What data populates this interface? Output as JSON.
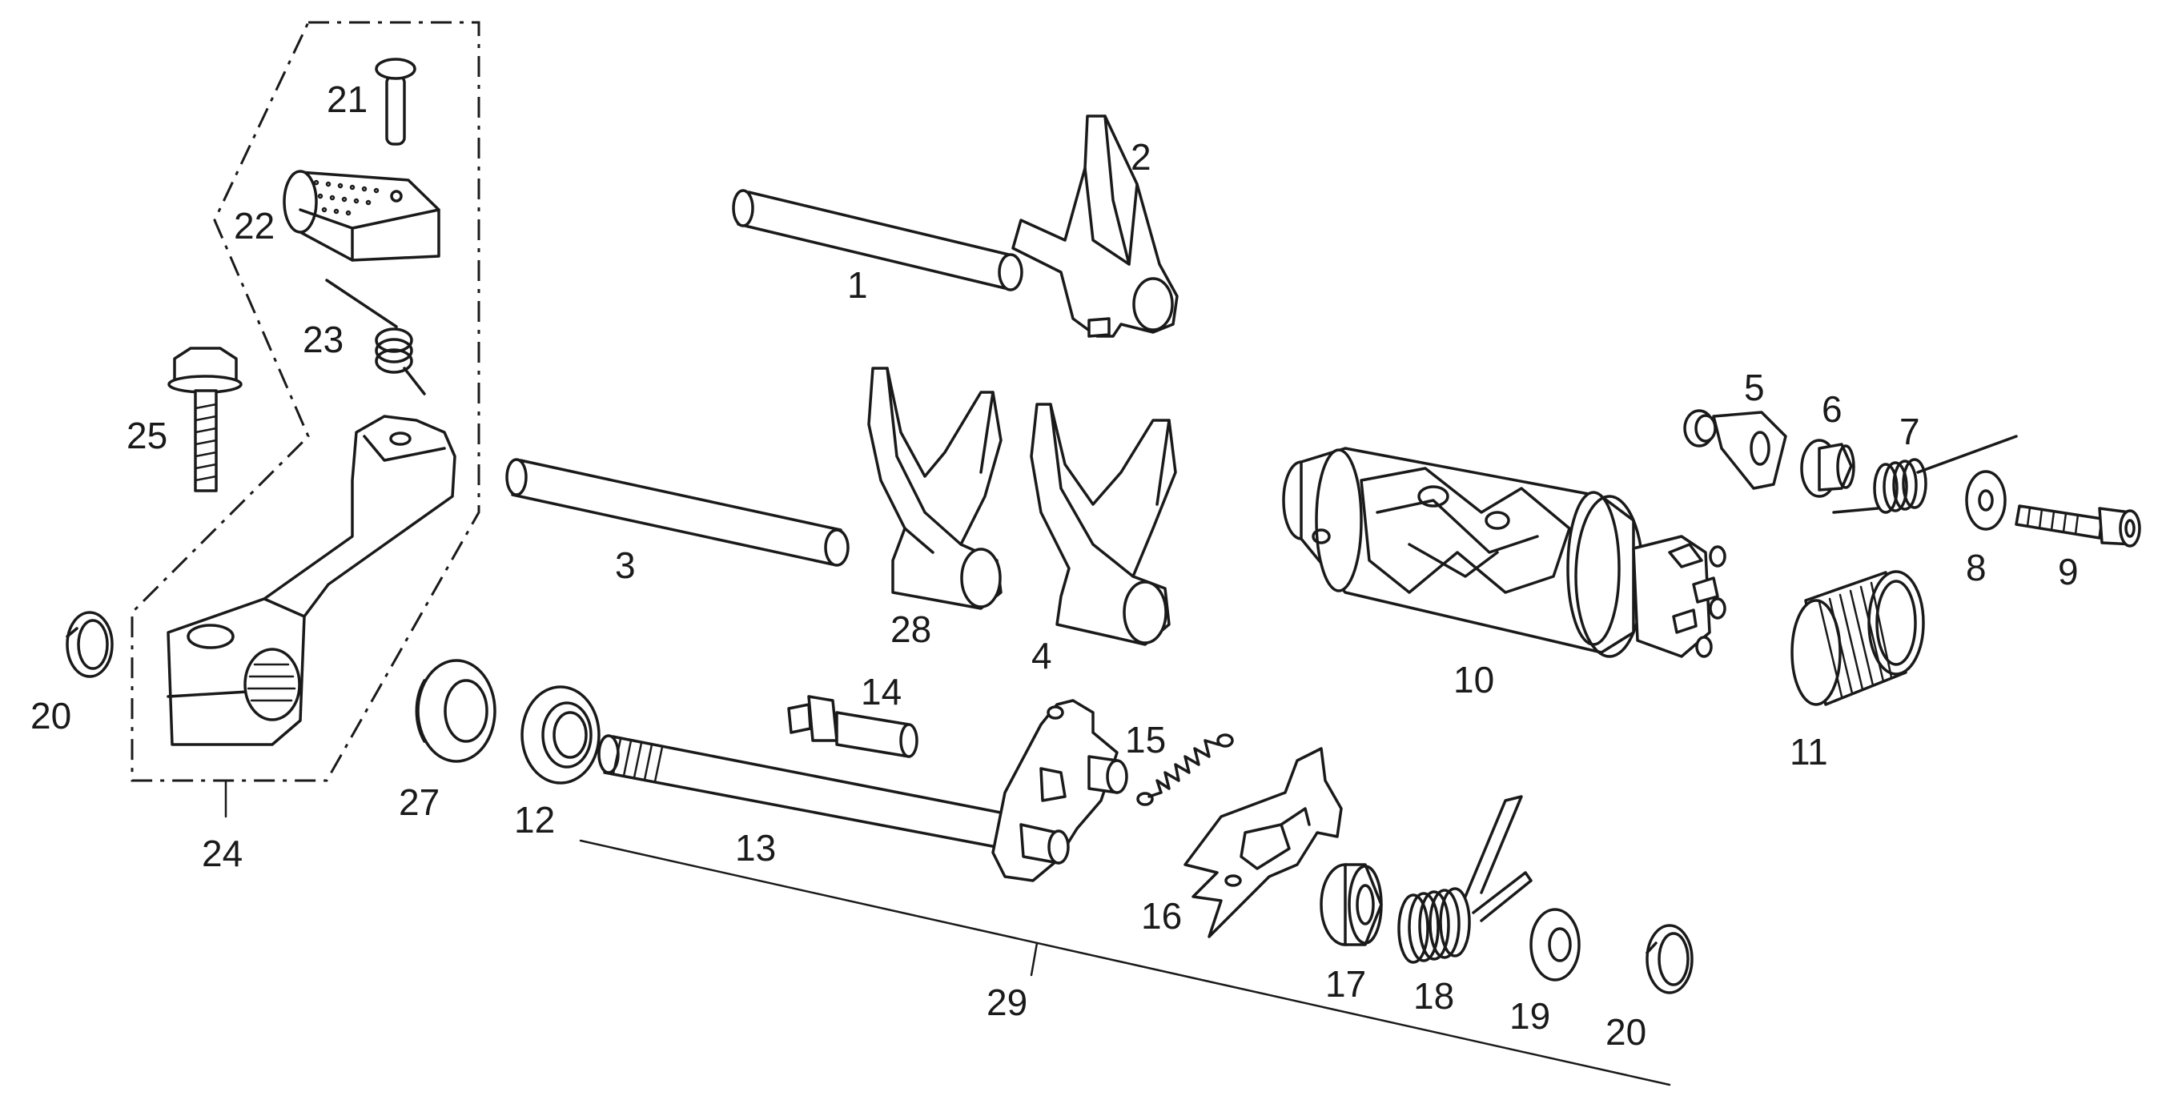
{
  "labels": [
    {
      "id": "1",
      "text": "1"
    },
    {
      "id": "2",
      "text": "2"
    },
    {
      "id": "3",
      "text": "3"
    },
    {
      "id": "4",
      "text": "4"
    },
    {
      "id": "5",
      "text": "5"
    },
    {
      "id": "6",
      "text": "6"
    },
    {
      "id": "7",
      "text": "7"
    },
    {
      "id": "8",
      "text": "8"
    },
    {
      "id": "9",
      "text": "9"
    },
    {
      "id": "10",
      "text": "10"
    },
    {
      "id": "11",
      "text": "11"
    },
    {
      "id": "12",
      "text": "12"
    },
    {
      "id": "13",
      "text": "13"
    },
    {
      "id": "14",
      "text": "14"
    },
    {
      "id": "15",
      "text": "15"
    },
    {
      "id": "16",
      "text": "16"
    },
    {
      "id": "17",
      "text": "17"
    },
    {
      "id": "18",
      "text": "18"
    },
    {
      "id": "19",
      "text": "19"
    },
    {
      "id": "20a",
      "text": "20"
    },
    {
      "id": "20b",
      "text": "20"
    },
    {
      "id": "21",
      "text": "21"
    },
    {
      "id": "22",
      "text": "22"
    },
    {
      "id": "23",
      "text": "23"
    },
    {
      "id": "24",
      "text": "24"
    },
    {
      "id": "25",
      "text": "25"
    },
    {
      "id": "27",
      "text": "27"
    },
    {
      "id": "28",
      "text": "28"
    },
    {
      "id": "29",
      "text": "29"
    }
  ]
}
